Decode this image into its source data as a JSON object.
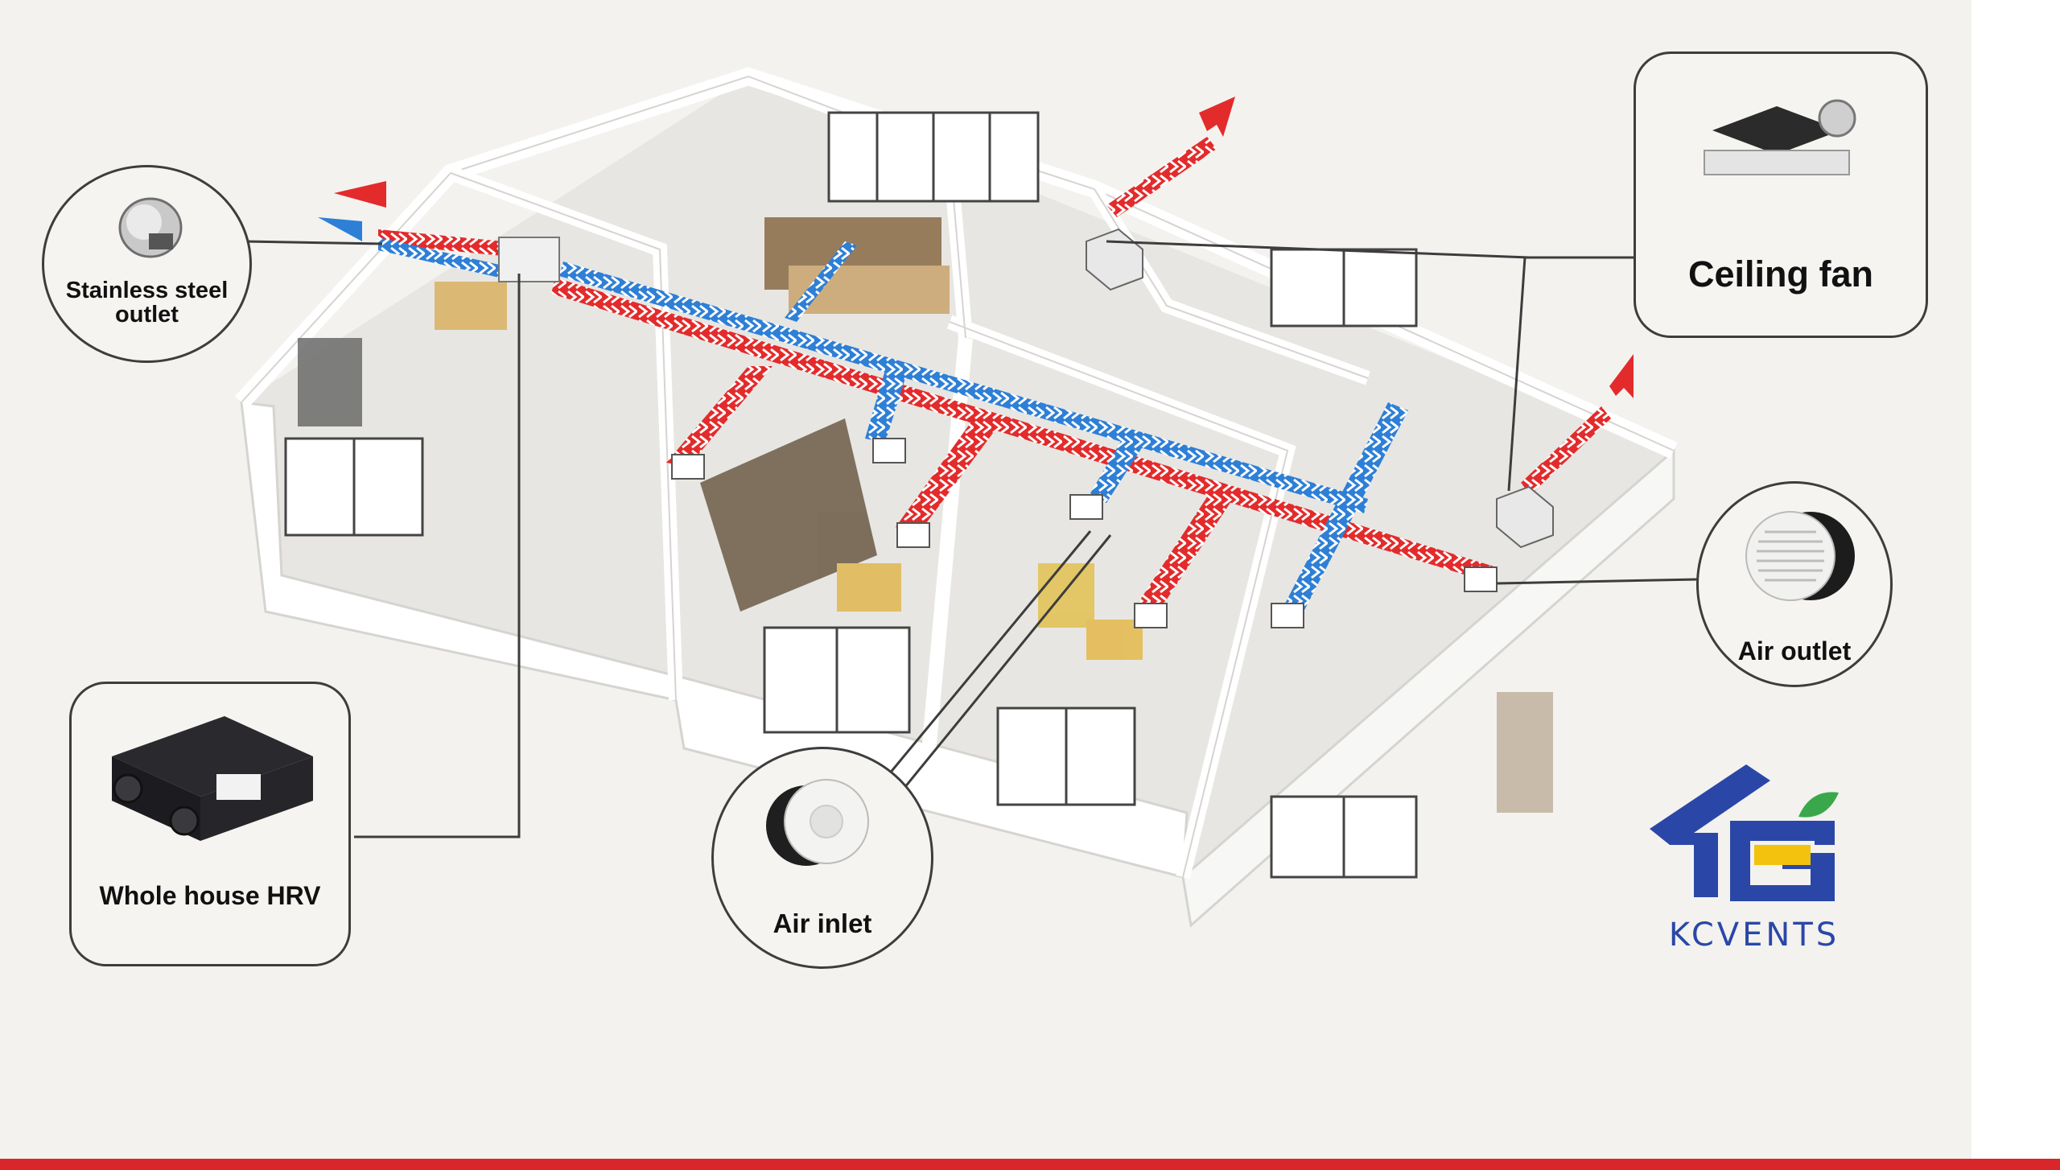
{
  "callouts": {
    "stainless_outlet": "Stainless steel\noutlet",
    "ceiling_fan": "Ceiling fan",
    "air_outlet": "Air outlet",
    "whole_house_hrv": "Whole house HRV",
    "air_inlet": "Air inlet"
  },
  "logo": {
    "text": "KCVENTS",
    "colors": {
      "blue": "#2a47a8",
      "yellow": "#f2c20e",
      "green": "#3aa84a"
    }
  },
  "colors": {
    "supply_duct": "#e32b2b",
    "exhaust_duct": "#2e7fd6",
    "wall": "#ffffff",
    "floor": "#e9e8e4",
    "callout_border": "#3d3d3d"
  }
}
